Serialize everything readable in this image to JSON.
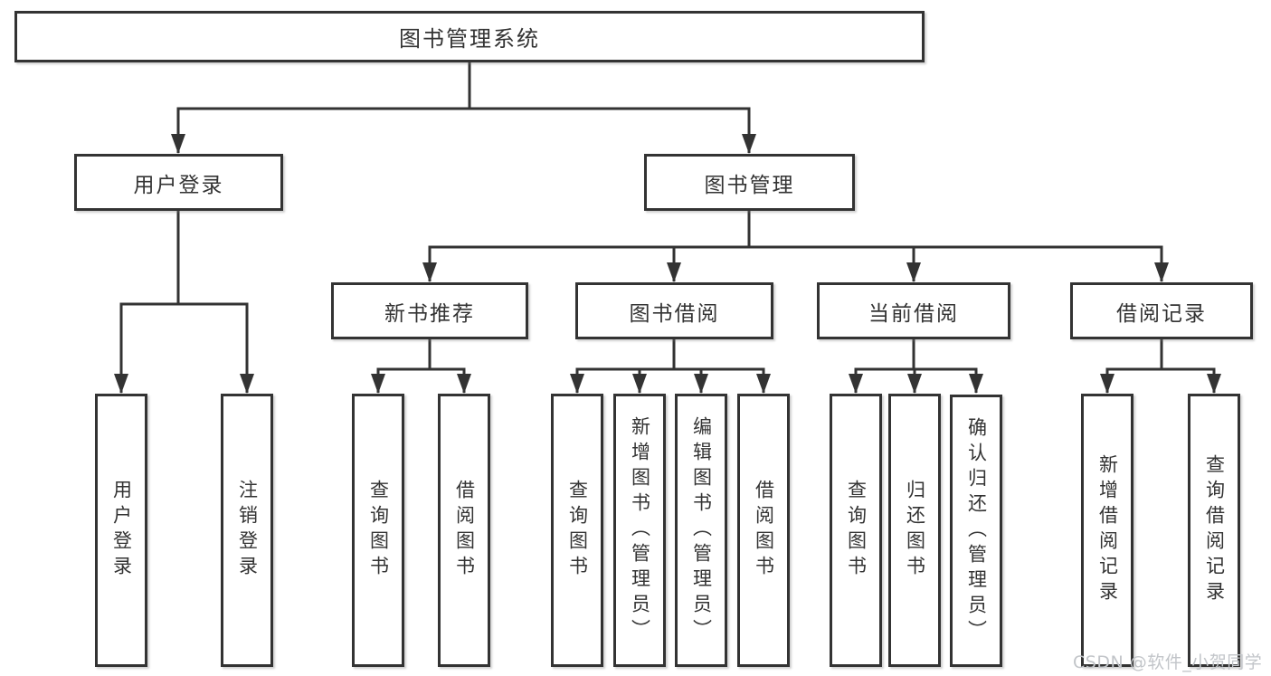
{
  "diagram": {
    "root": {
      "label": "图书管理系统"
    },
    "level2": [
      {
        "label": "用户登录"
      },
      {
        "label": "图书管理"
      }
    ],
    "level3": [
      {
        "label": "新书推荐"
      },
      {
        "label": "图书借阅"
      },
      {
        "label": "当前借阅"
      },
      {
        "label": "借阅记录"
      }
    ],
    "leaves": {
      "user_login": [
        {
          "label": "用户登录"
        },
        {
          "label": "注销登录"
        }
      ],
      "new_book_recommend": [
        {
          "label": "查询图书"
        },
        {
          "label": "借阅图书"
        }
      ],
      "book_borrow": [
        {
          "label": "查询图书"
        },
        {
          "label": "新增图书（管理员）"
        },
        {
          "label": "编辑图书（管理员）"
        },
        {
          "label": "借阅图书"
        }
      ],
      "current_borrow": [
        {
          "label": "查询图书"
        },
        {
          "label": "归还图书"
        },
        {
          "label": "确认归还（管理员）"
        }
      ],
      "borrow_records": [
        {
          "label": "新增借阅记录"
        },
        {
          "label": "查询借阅记录"
        }
      ]
    }
  },
  "watermark": {
    "text": "CSDN @软件_小贺同学",
    "color": "#c2c5c9"
  },
  "colors": {
    "line_color": "#333333",
    "border_color": "#333333",
    "text_color": "#333333",
    "box_fill": "#ffffff",
    "bg_color": "#ffffff"
  }
}
